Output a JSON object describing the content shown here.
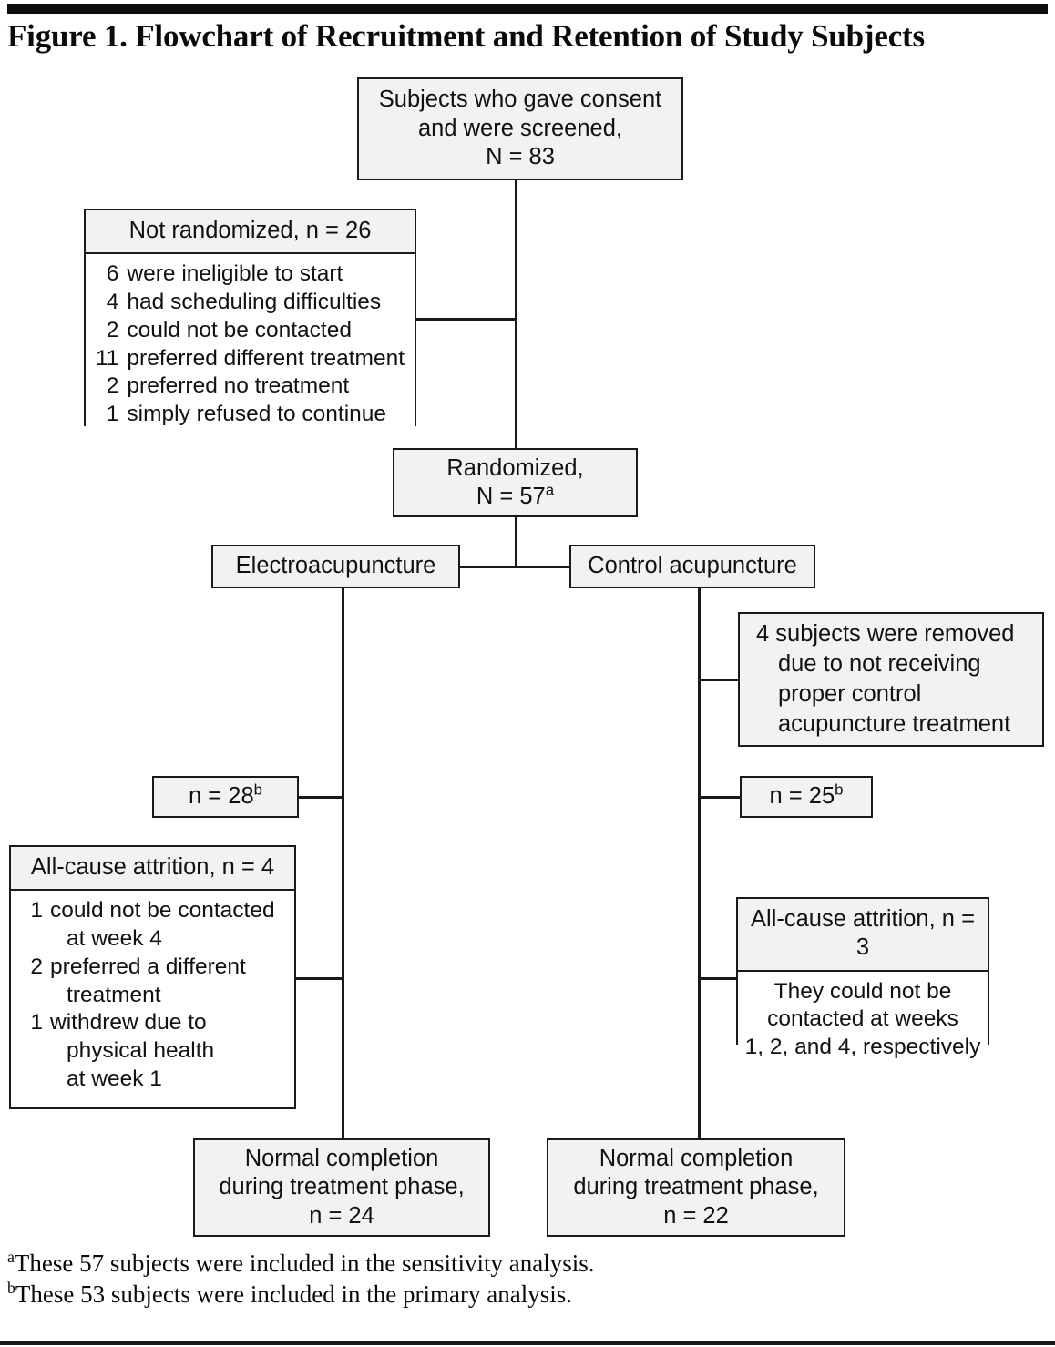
{
  "figure": {
    "title": "Figure 1. Flowchart of Recruitment and Retention of Study Subjects"
  },
  "chart_data": {
    "type": "diagram",
    "title": "Figure 1. Flowchart of Recruitment and Retention of Study Subjects",
    "nodes": [
      {
        "id": "screened",
        "label": "Subjects who gave consent and were screened, N = 83",
        "n": 83
      },
      {
        "id": "not_randomized",
        "label": "Not randomized, n = 26",
        "n": 26
      },
      {
        "id": "randomized",
        "label": "Randomized, N = 57",
        "n": 57
      },
      {
        "id": "electroacupuncture",
        "label": "Electroacupuncture"
      },
      {
        "id": "control_acupuncture",
        "label": "Control acupuncture"
      },
      {
        "id": "removed_control",
        "label": "4 subjects were removed due to not receiving proper control acupuncture treatment",
        "n": 4
      },
      {
        "id": "ea_n",
        "label": "n = 28",
        "n": 28
      },
      {
        "id": "ca_n",
        "label": "n = 25",
        "n": 25
      },
      {
        "id": "ea_attrition",
        "label": "All-cause attrition, n = 4",
        "n": 4
      },
      {
        "id": "ca_attrition",
        "label": "All-cause attrition, n = 3",
        "n": 3
      },
      {
        "id": "ea_complete",
        "label": "Normal completion during treatment phase, n = 24",
        "n": 24
      },
      {
        "id": "ca_complete",
        "label": "Normal completion during treatment phase, n = 22",
        "n": 22
      }
    ]
  },
  "boxes": {
    "screened": {
      "line1": "Subjects who gave consent",
      "line2": "and were screened,",
      "line3": "N = 83"
    },
    "not_randomized": {
      "header": "Not randomized, n = 26",
      "reasons": [
        {
          "num": "6",
          "text": "were ineligible to start"
        },
        {
          "num": "4",
          "text": "had scheduling difficulties"
        },
        {
          "num": "2",
          "text": "could not be contacted"
        },
        {
          "num": "11",
          "text": "preferred different treatment"
        },
        {
          "num": "2",
          "text": "preferred no treatment"
        },
        {
          "num": "1",
          "text": "simply refused to continue"
        }
      ]
    },
    "randomized": {
      "line1": "Randomized,",
      "line2": "N = 57",
      "line2_sup": "a"
    },
    "electroacupuncture": {
      "label": "Electroacupuncture"
    },
    "control_acupuncture": {
      "label": "Control acupuncture"
    },
    "removed_control": {
      "line1": "4 subjects were removed",
      "line2": "due to not receiving",
      "line3": "proper control",
      "line4": "acupuncture treatment"
    },
    "ea_n": {
      "label": "n = 28",
      "sup": "b"
    },
    "ca_n": {
      "label": "n = 25",
      "sup": "b"
    },
    "ea_attrition": {
      "header_line1": "All-cause attrition,",
      "header_line2": "n = 4",
      "reasons": [
        {
          "num": "1",
          "first": "could not be contacted",
          "sub": [
            "at week 4"
          ]
        },
        {
          "num": "2",
          "first": "preferred a different",
          "sub": [
            "treatment"
          ]
        },
        {
          "num": "1",
          "first": "withdrew due to",
          "sub": [
            "physical health",
            "at week 1"
          ]
        }
      ]
    },
    "ca_attrition": {
      "header_line1": "All-cause attrition,",
      "header_line2": "n = 3",
      "body_line1": "They could not be",
      "body_line2": "contacted at weeks",
      "body_line3": "1, 2, and 4, respectively"
    },
    "ea_complete": {
      "line1": "Normal completion",
      "line2": "during treatment phase,",
      "line3": "n = 24"
    },
    "ca_complete": {
      "line1": "Normal completion",
      "line2": "during treatment phase,",
      "line3": "n = 22"
    }
  },
  "footnotes": {
    "a_marker": "a",
    "a_text": "These 57 subjects were included in the sensitivity analysis.",
    "b_marker": "b",
    "b_text": "These 53 subjects were included in the primary analysis."
  },
  "colors": {
    "rule": "#0d0d0d",
    "border": "#1a1a1a",
    "box_fill": "#f2f2f2",
    "body_fill": "#ffffff",
    "text": "#111111"
  }
}
